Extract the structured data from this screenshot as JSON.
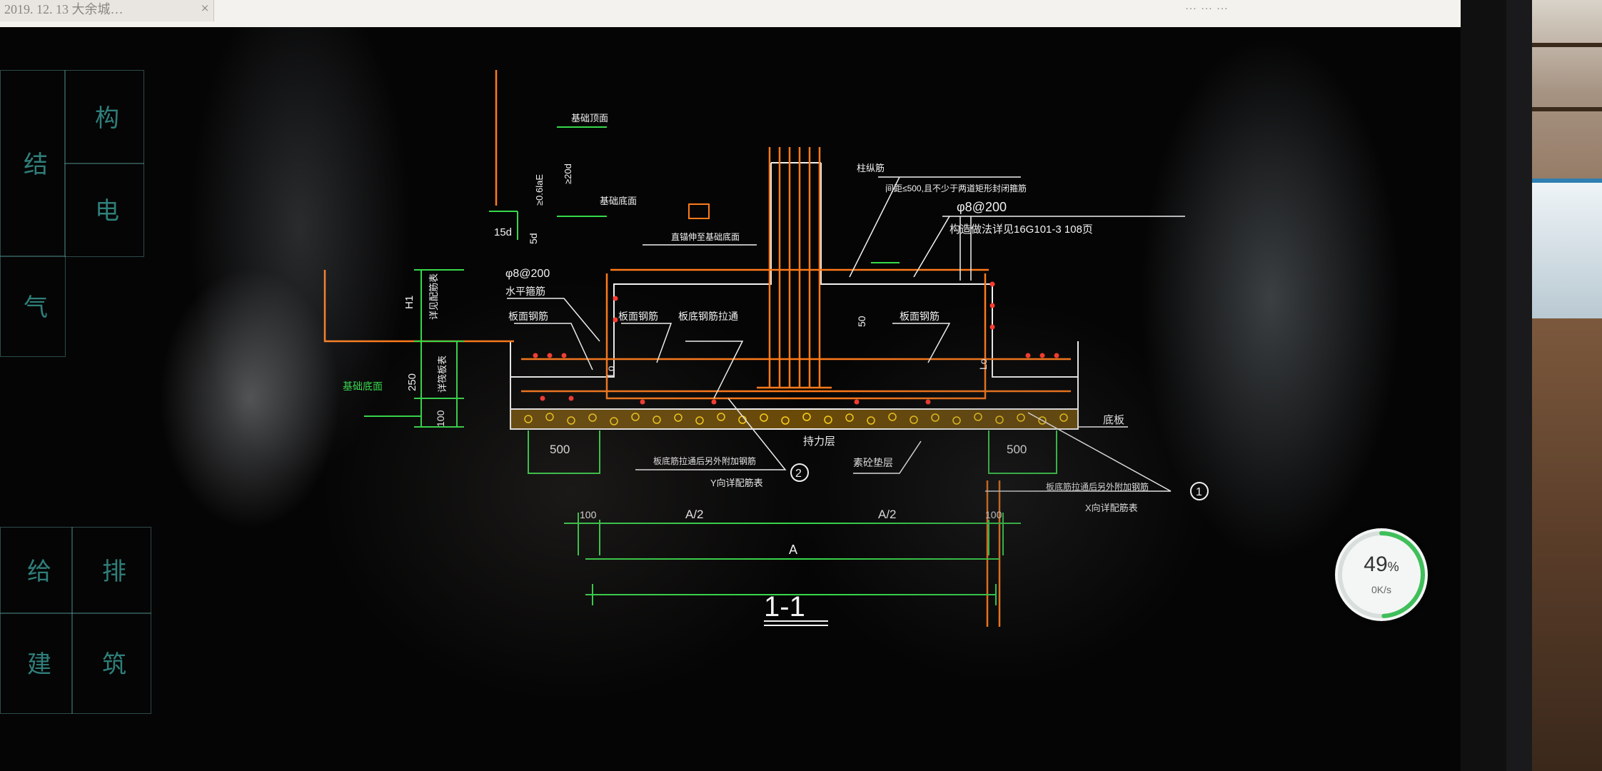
{
  "browser": {
    "tab_title": "2019. 12. 13  大余城…",
    "close_glyph": "×",
    "title_tail": "…  …  …"
  },
  "left_panel": {
    "cells": [
      "结",
      "构",
      "电",
      "气",
      "给",
      "排",
      "建",
      "筑"
    ]
  },
  "drawing": {
    "section_title": "1-1",
    "labels": {
      "base_top": "基础顶面",
      "base_bottom_top": "基础底面",
      "base_bottom_left": "基础底面",
      "dim_15d": "15d",
      "dim_5d": "5d",
      "lae": "≥0.6laE",
      "dim_20d": "≥20d",
      "column_rebar": "柱纵筋",
      "stirrup_note": "间距≤500,且不少于两道矩形封闭箍筋",
      "anchor_note": "直锚伸至基础底面",
      "stirrup_spec": "φ8@200",
      "construction_ref": "构造做法详见16G101-3 108页",
      "phi_left": "φ8@200",
      "horiz_bar": "水平箍筋",
      "h1": "H1",
      "see_table": "详见配筋表",
      "dim_250": "250",
      "dim_100": "100",
      "raft_table": "详筏板表",
      "top_bar_left": "板面钢筋",
      "top_bar_mid": "板面钢筋",
      "bottom_through": "板底钢筋拉通",
      "top_bar_right": "板面钢筋",
      "dim_50": "50",
      "lo1": "Lo",
      "lo2": "Lo",
      "slab": "底板",
      "bearing_layer": "持力层",
      "cushion": "素砼垫层",
      "dim_500_left": "500",
      "dim_500_right": "500",
      "y_note": "板底筋拉通后另外附加钢筋",
      "y_table": "Y向详配筋表",
      "x_note": "板底筋拉通后另外附加钢筋",
      "x_table": "X向详配筋表",
      "marker_1": "1",
      "marker_2": "2",
      "dim_100_left": "100",
      "dim_100_right": "100",
      "a_half_left": "A/2",
      "a_half_right": "A/2",
      "a_total": "A"
    }
  },
  "gauge": {
    "percent": "49",
    "percent_sign": "%",
    "speed": "0K/s",
    "fraction": 0.49
  },
  "colors": {
    "cad_white": "#f2f2f2",
    "cad_green": "#36d94a",
    "cad_orange": "#ff7a1a",
    "cad_red": "#ff3b2f",
    "cad_yellow": "#ffd21a",
    "gauge_green": "#3fbf5a"
  }
}
